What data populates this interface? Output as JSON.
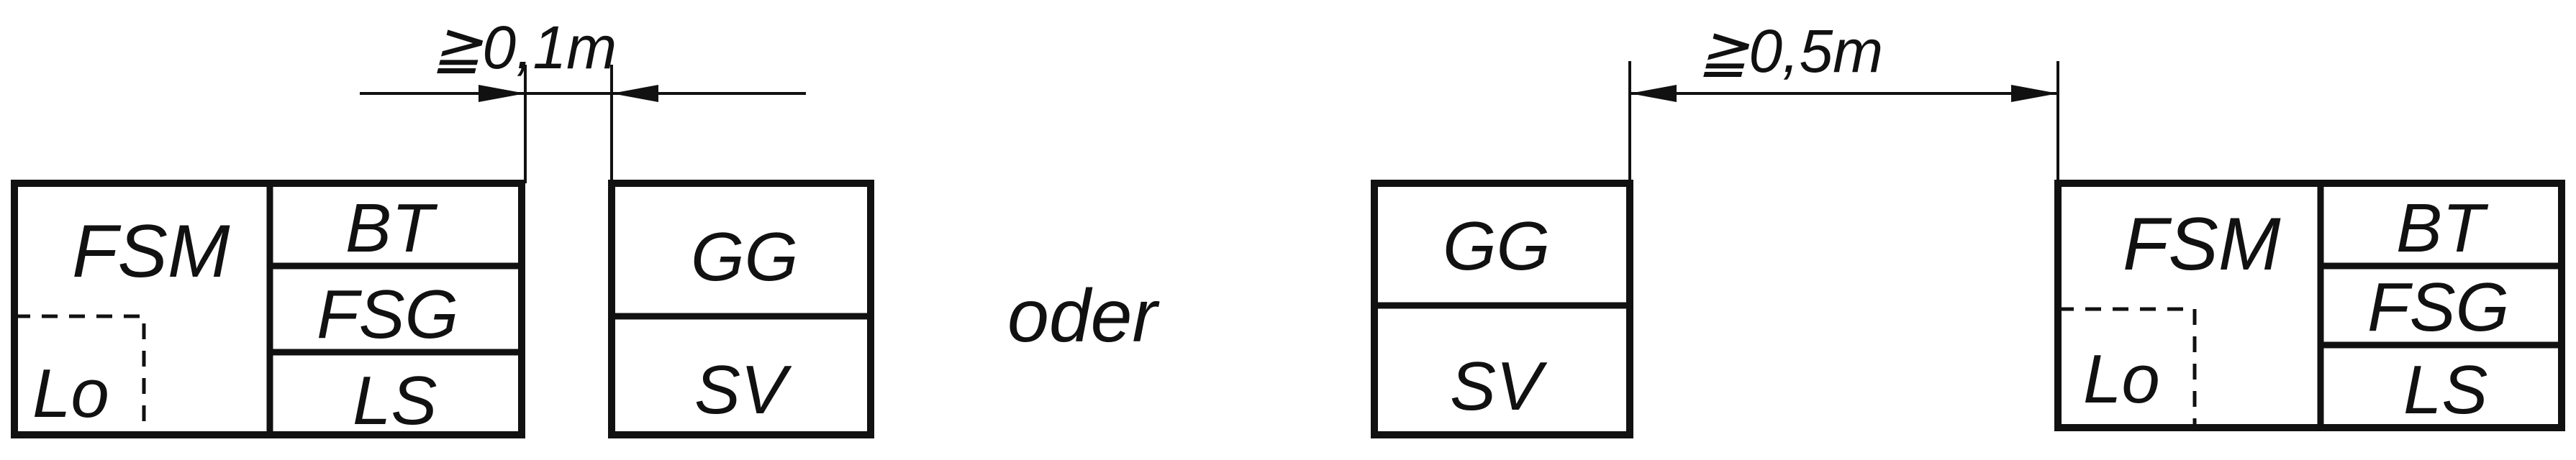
{
  "left_arrangement": {
    "equipment_group": {
      "main_label": "FSM",
      "sub_label": "Lo",
      "stack": [
        "BT",
        "FSG",
        "LS"
      ]
    },
    "adjacent_group": [
      "GG",
      "SV"
    ],
    "distance_label": "≧0,1m"
  },
  "separator": "oder",
  "right_arrangement": {
    "adjacent_group": [
      "GG",
      "SV"
    ],
    "equipment_group": {
      "main_label": "FSM",
      "sub_label": "Lo",
      "stack": [
        "BT",
        "FSG",
        "LS"
      ]
    },
    "distance_label": "≧0,5m"
  }
}
